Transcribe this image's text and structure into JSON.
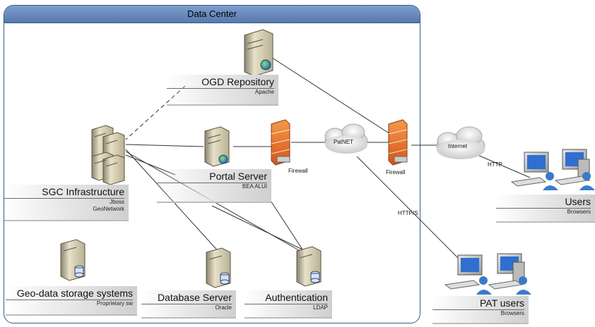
{
  "container": {
    "title": "Data Center"
  },
  "nodes": {
    "ogd": {
      "title": "OGD Repository",
      "subtitle": "Apache"
    },
    "sgc": {
      "title": "SGC Infrastructure",
      "subtitle_1": "Jboss",
      "subtitle_2": "GeoNetwork"
    },
    "portal": {
      "title": "Portal Server",
      "subtitle": "BEA ALUI"
    },
    "geo": {
      "title": "Geo-data storage systems",
      "subtitle": "Proprietary sw"
    },
    "db": {
      "title": "Database Server",
      "subtitle": "Oracle"
    },
    "auth": {
      "title": "Authentication",
      "subtitle": "LDAP"
    },
    "users": {
      "title": "Users",
      "subtitle": "Browsers"
    },
    "pat": {
      "title": "PAT users",
      "subtitle": "Browsers"
    }
  },
  "network": {
    "firewall_1": "Firewall",
    "firewall_2": "Firewall",
    "patnet": "PatNET",
    "internet": "Internet",
    "http": "HTTP",
    "https": "HTTP/S"
  }
}
